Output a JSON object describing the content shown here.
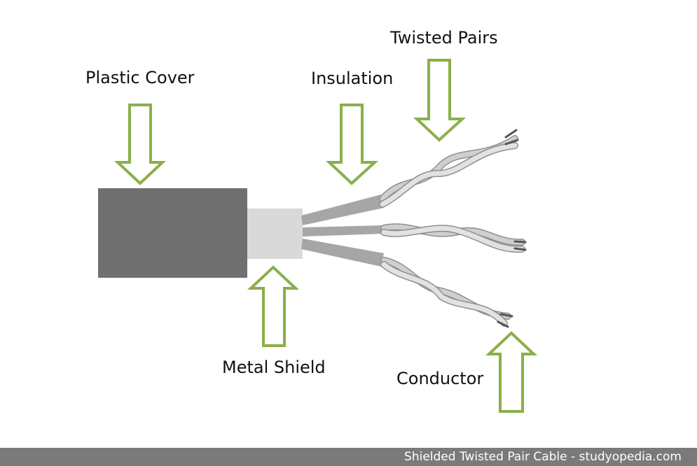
{
  "labels": {
    "plastic_cover": "Plastic Cover",
    "insulation": "Insulation",
    "twisted_pairs": "Twisted Pairs",
    "metal_shield": "Metal Shield",
    "conductor": "Conductor"
  },
  "footer": {
    "caption": "Shielded Twisted Pair Cable - studyopedia.com"
  },
  "colors": {
    "arrow_stroke": "#8ab04a",
    "plastic_cover": "#707070",
    "metal_shield": "#d9d9d9",
    "insulation": "#a6a6a6",
    "footer_bg": "#7a7a7a"
  }
}
